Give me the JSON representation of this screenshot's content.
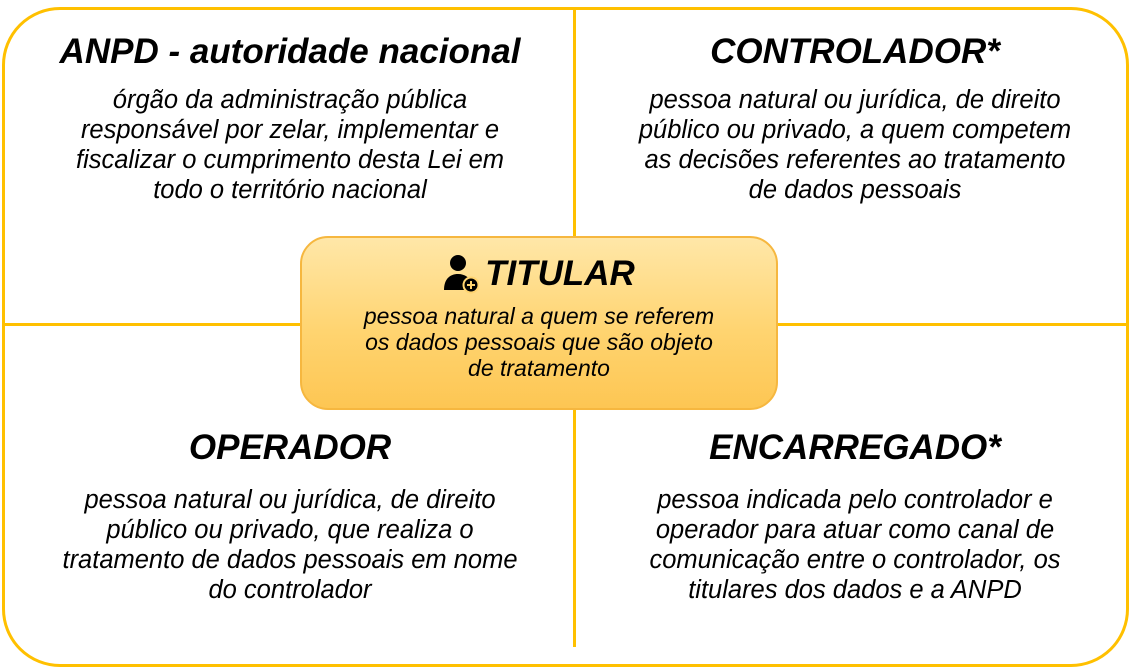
{
  "quadrants": {
    "top_left": {
      "title": "ANPD - autoridade nacional",
      "lines": [
        "órgão da administração pública",
        "responsável por zelar, implementar e",
        "fiscalizar o cumprimento desta Lei em",
        "todo o território nacional"
      ]
    },
    "top_right": {
      "title": "CONTROLADOR*",
      "lines": [
        "pessoa natural ou jurídica, de direito",
        "público ou privado, a quem competem",
        "as decisões referentes ao tratamento",
        "de dados pessoais"
      ]
    },
    "bottom_left": {
      "title": "OPERADOR",
      "lines": [
        "pessoa natural ou jurídica, de direito",
        "público ou privado, que realiza o",
        "tratamento de dados pessoais em nome",
        "do controlador"
      ]
    },
    "bottom_right": {
      "title": "ENCARREGADO*",
      "lines": [
        "pessoa indicada pelo controlador e",
        "operador para atuar como canal de",
        "comunicação entre o controlador, os",
        "titulares dos dados e a ANPD"
      ]
    }
  },
  "center": {
    "icon": "user-plus-icon",
    "title": "TITULAR",
    "lines": [
      "pessoa natural a quem se referem",
      "os dados pessoais que são objeto",
      "de tratamento"
    ]
  },
  "colors": {
    "border": "#FFC000",
    "center_fill_top": "#FFE7A8",
    "center_fill_bottom": "#FDC653",
    "center_border": "#F6B73F",
    "text": "#000000"
  }
}
